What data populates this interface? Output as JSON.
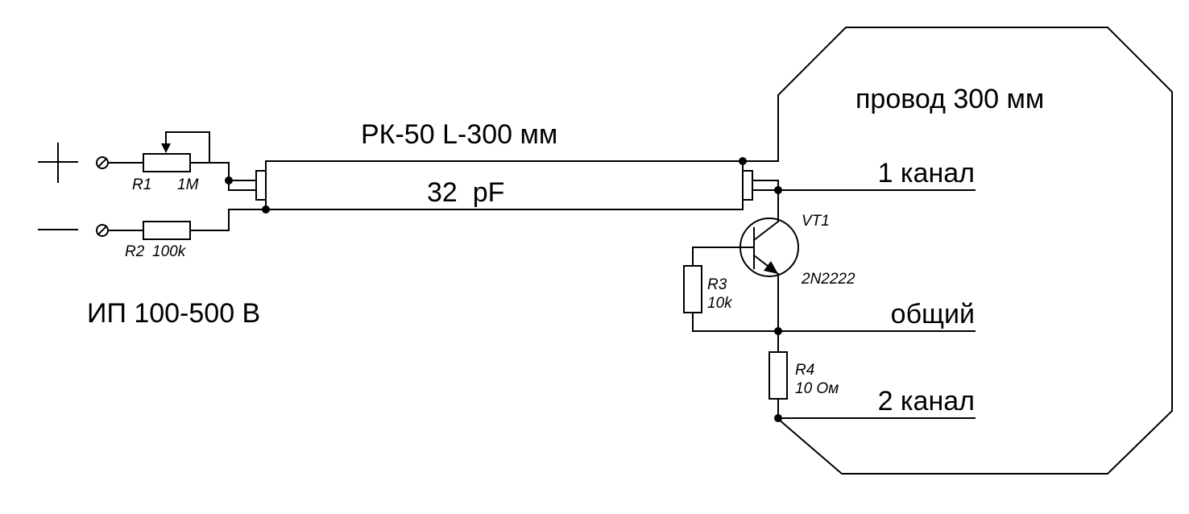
{
  "labels": {
    "plus": "+",
    "minus": "—",
    "r1_name": "R1",
    "r1_value": "1M",
    "r2_name": "R2",
    "r2_value": "100k",
    "power_supply": "ИП 100-500 В",
    "cable_type": "РК-50 L-300 мм",
    "cable_capacitance": "32  pF",
    "wire_loop": "провод 300 мм",
    "channel1": "1 канал",
    "vt1_name": "VT1",
    "vt1_part": "2N2222",
    "r3_name": "R3",
    "r3_value": "10k",
    "common": "общий",
    "r4_name": "R4",
    "r4_value": "10 Ом",
    "channel2": "2 канал"
  }
}
